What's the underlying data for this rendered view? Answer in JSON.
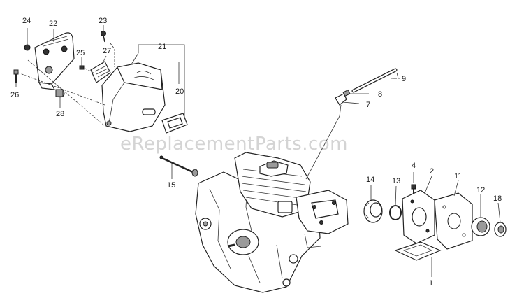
{
  "watermark": "eReplacementParts.com",
  "callouts": {
    "p1": "1",
    "p2": "2",
    "p4": "4",
    "p7": "7",
    "p8": "8",
    "p9": "9",
    "p11": "11",
    "p12": "12",
    "p13": "13",
    "p14": "14",
    "p15": "15",
    "p18": "18",
    "p20": "20",
    "p21": "21",
    "p22": "22",
    "p23": "23",
    "p24": "24",
    "p25": "25",
    "p26": "26",
    "p27": "27",
    "p28": "28"
  }
}
